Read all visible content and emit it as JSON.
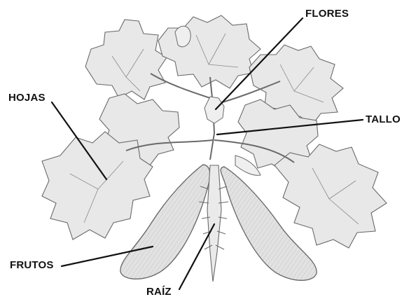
{
  "diagram": {
    "labels": {
      "flores": "FLORES",
      "hojas": "HOJAS",
      "tallo": "TALLO",
      "frutos": "FRUTOS",
      "raiz": "RAÍZ"
    }
  },
  "colors": {
    "background": "#ffffff",
    "ink": "#111111",
    "pencil_fill": "#e4e4e4",
    "pencil_line": "#666666"
  }
}
